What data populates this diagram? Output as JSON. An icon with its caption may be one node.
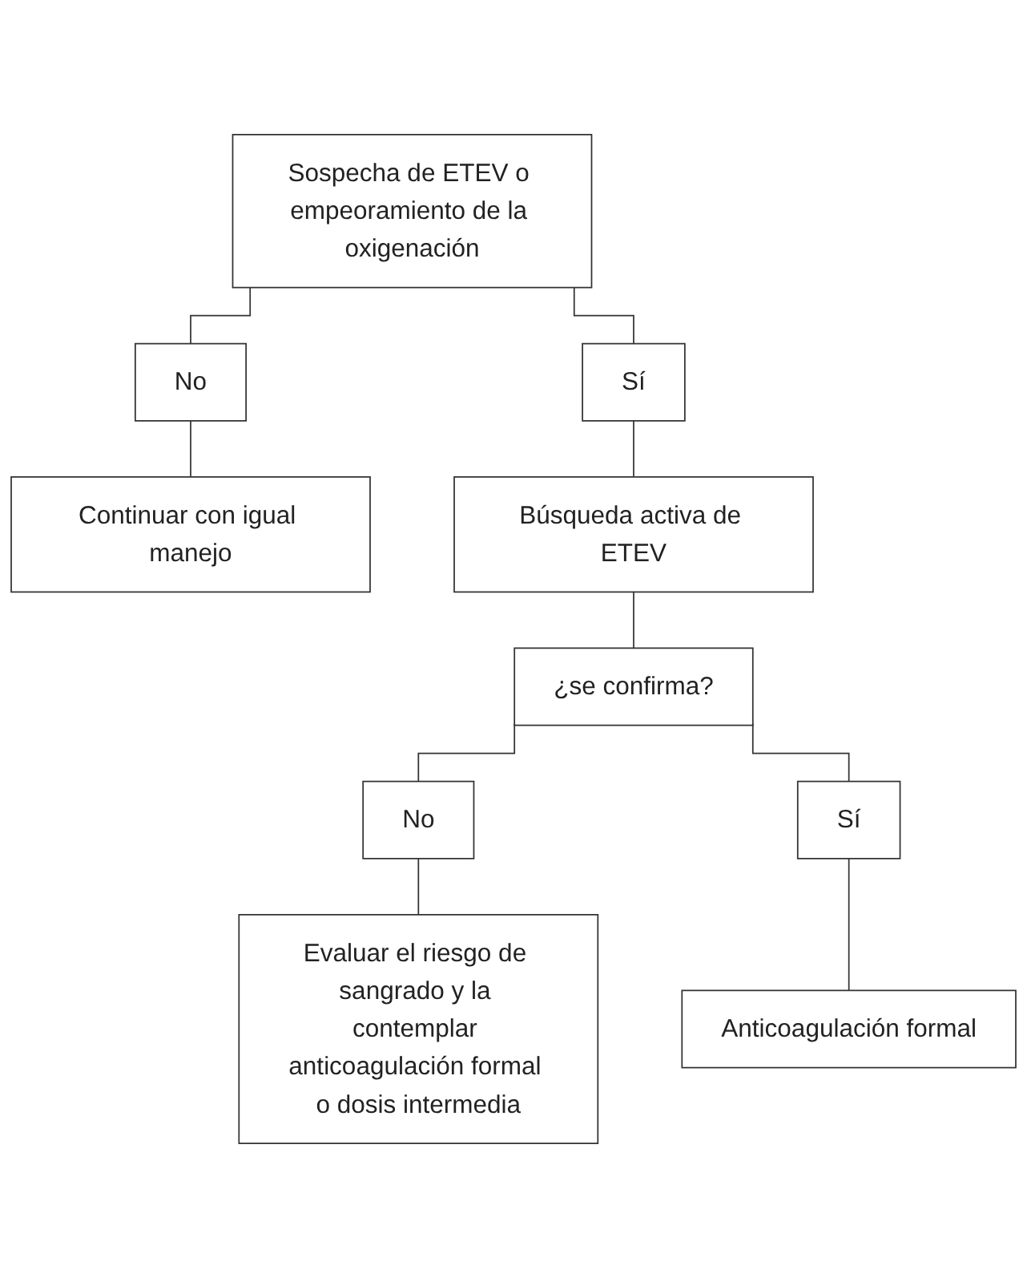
{
  "diagram": {
    "nodes": [
      {
        "text": [
          "Sospecha de ETEV o empeoramiento de la oxigenación"
        ]
      },
      {
        "text": [
          "No"
        ]
      },
      {
        "text": [
          "Sí"
        ]
      },
      {
        "text": [
          "Continuar con igual manejo"
        ]
      },
      {
        "text": [
          "Búsqueda activa de ETEV"
        ]
      },
      {
        "text": [
          "¿se confirma?"
        ]
      },
      {
        "text": [
          "No"
        ]
      },
      {
        "text": [
          "Sí"
        ]
      },
      {
        "text": [
          "Evaluar el riesgo de sangrado y la contemplar anticoagulación formal o dosis intermedia"
        ]
      },
      {
        "text": [
          "Anticoagulación formal"
        ]
      }
    ],
    "edges": [
      {
        "from": 0,
        "to": 1,
        "arrow": "none"
      },
      {
        "from": 0,
        "to": 2,
        "arrow": "none"
      },
      {
        "from": 1,
        "to": 3,
        "arrow": "none"
      },
      {
        "from": 2,
        "to": 4,
        "arrow": "none"
      },
      {
        "from": 4,
        "to": 5,
        "arrow": "none"
      },
      {
        "from": 5,
        "to": 6,
        "arrow": "none"
      },
      {
        "from": 5,
        "to": 7,
        "arrow": "none"
      },
      {
        "from": 6,
        "to": 8,
        "arrow": "none"
      },
      {
        "from": 7,
        "to": 9,
        "arrow": "none"
      }
    ]
  }
}
